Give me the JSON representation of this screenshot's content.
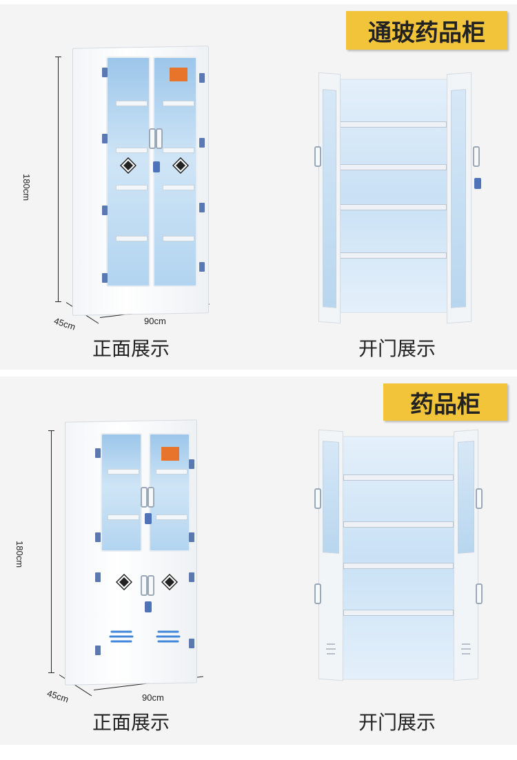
{
  "sections": [
    {
      "badge": "通玻药品柜",
      "left_caption": "正面展示",
      "right_caption": "开门展示",
      "height_label": "180cm",
      "width_label": "90cm",
      "depth_label": "45cm"
    },
    {
      "badge": "药品柜",
      "left_caption": "正面展示",
      "right_caption": "开门展示",
      "height_label": "180cm",
      "width_label": "90cm",
      "depth_label": "45cm"
    }
  ],
  "colors": {
    "background": "#f4f4f4",
    "badge": "#f2c43a",
    "hinge_blue": "#5a79b3",
    "warning_orange": "#e8742c",
    "glass_blue": "#b2d4f0"
  }
}
